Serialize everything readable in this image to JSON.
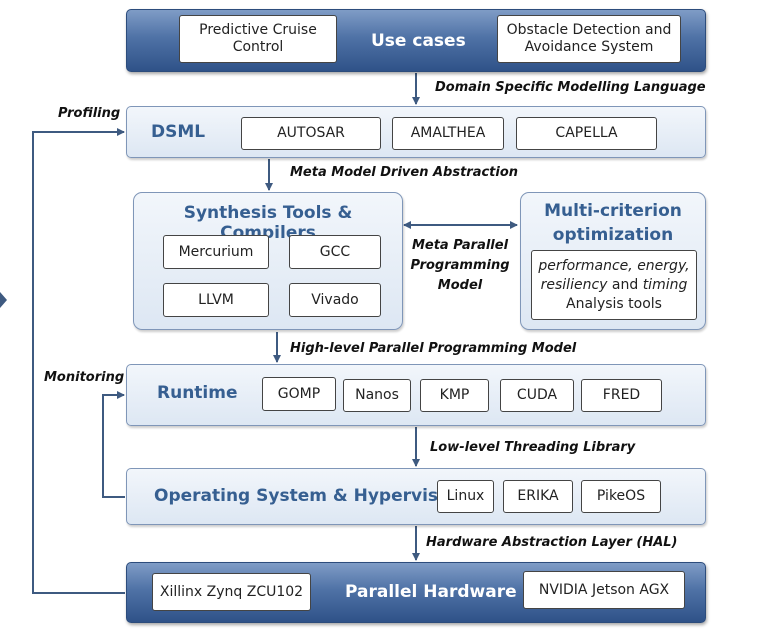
{
  "use_cases": {
    "title": "Use cases",
    "items": [
      "Predictive Cruise Control",
      "Obstacle Detection and Avoidance System"
    ]
  },
  "dsml": {
    "title": "DSML",
    "items": [
      "AUTOSAR",
      "AMALTHEA",
      "CAPELLA"
    ]
  },
  "synthesis": {
    "title": "Synthesis Tools & Compilers",
    "items": [
      "Mercurium",
      "GCC",
      "LLVM",
      "Vivado"
    ]
  },
  "optimization": {
    "title": "Multi-criterion optimization",
    "description_line1": "performance, energy,",
    "description_line2_italic": "resiliency",
    "description_line2_and": " and ",
    "description_line2_timing": "timing",
    "description_line3": "Analysis tools"
  },
  "runtime": {
    "title": "Runtime",
    "items": [
      "GOMP",
      "Nanos",
      "KMP",
      "CUDA",
      "FRED"
    ]
  },
  "os": {
    "title": "Operating System & Hypervisor",
    "items": [
      "Linux",
      "ERIKA",
      "PikeOS"
    ]
  },
  "hardware": {
    "title": "Parallel Hardware",
    "items": [
      "Xillinx Zynq ZCU102",
      "NVIDIA Jetson AGX"
    ]
  },
  "connectors": {
    "dsl": "Domain Specific Modelling Language",
    "meta_model": "Meta Model Driven Abstraction",
    "meta_parallel_1": "Meta Parallel",
    "meta_parallel_2": "Programming",
    "meta_parallel_3": "Model",
    "high_level": "High-level Parallel Programming Model",
    "low_level": "Low-level Threading Library",
    "hal": "Hardware Abstraction Layer (HAL)",
    "profiling": "Profiling",
    "monitoring": "Monitoring"
  },
  "colors": {
    "dark_layer": "#4f72a6",
    "light_layer": "#e6edf6",
    "title_blue": "#365f91",
    "arrow": "#3e5a80"
  }
}
